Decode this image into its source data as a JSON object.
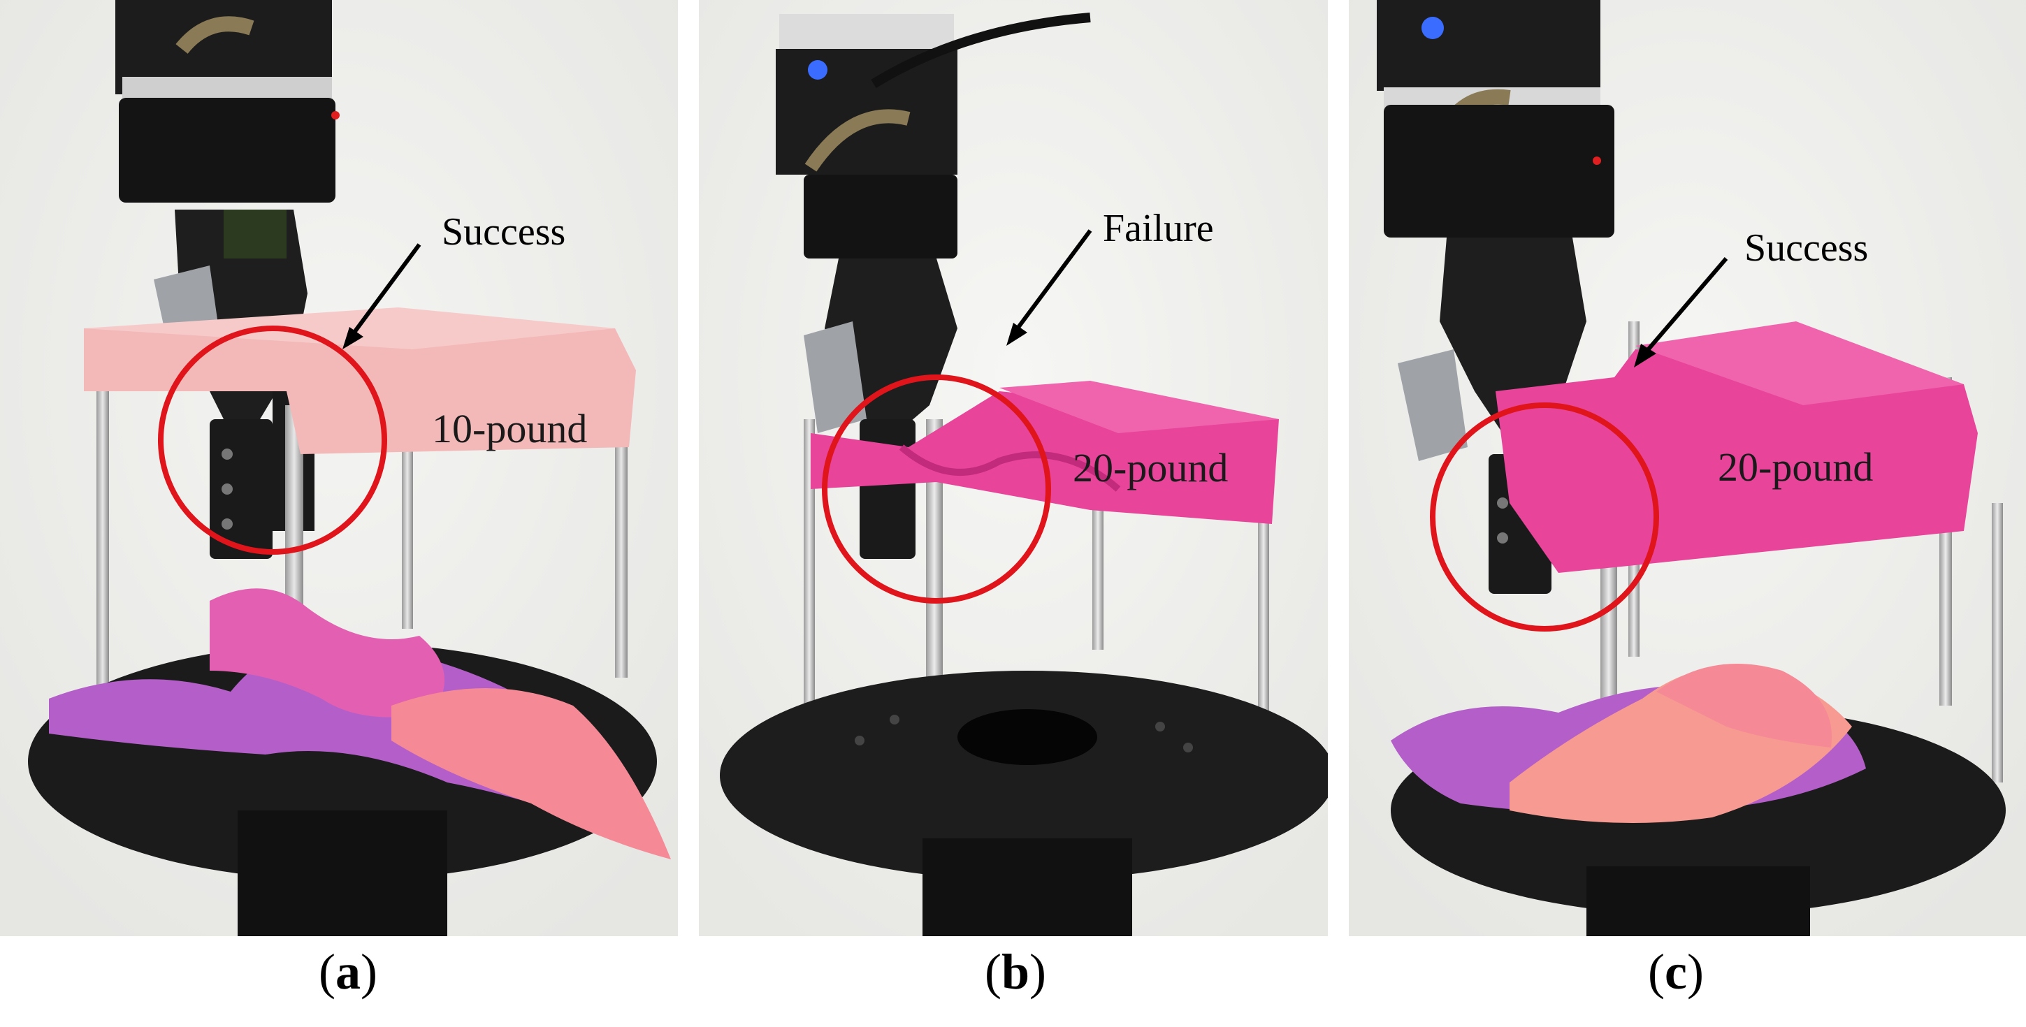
{
  "figure": {
    "panels": [
      {
        "id": "a",
        "annotation": "Success",
        "band_label": "10-pound",
        "caption": "a",
        "colors": {
          "band": "#f3b8b8",
          "circle": "#e0151c"
        }
      },
      {
        "id": "b",
        "annotation": "Failure",
        "band_label": "20-pound",
        "caption": "b",
        "colors": {
          "band": "#e8449a",
          "circle": "#e0151c"
        }
      },
      {
        "id": "c",
        "annotation": "Success",
        "band_label": "20-pound",
        "caption": "c",
        "colors": {
          "band": "#e8449a",
          "circle": "#e0151c"
        }
      }
    ]
  }
}
